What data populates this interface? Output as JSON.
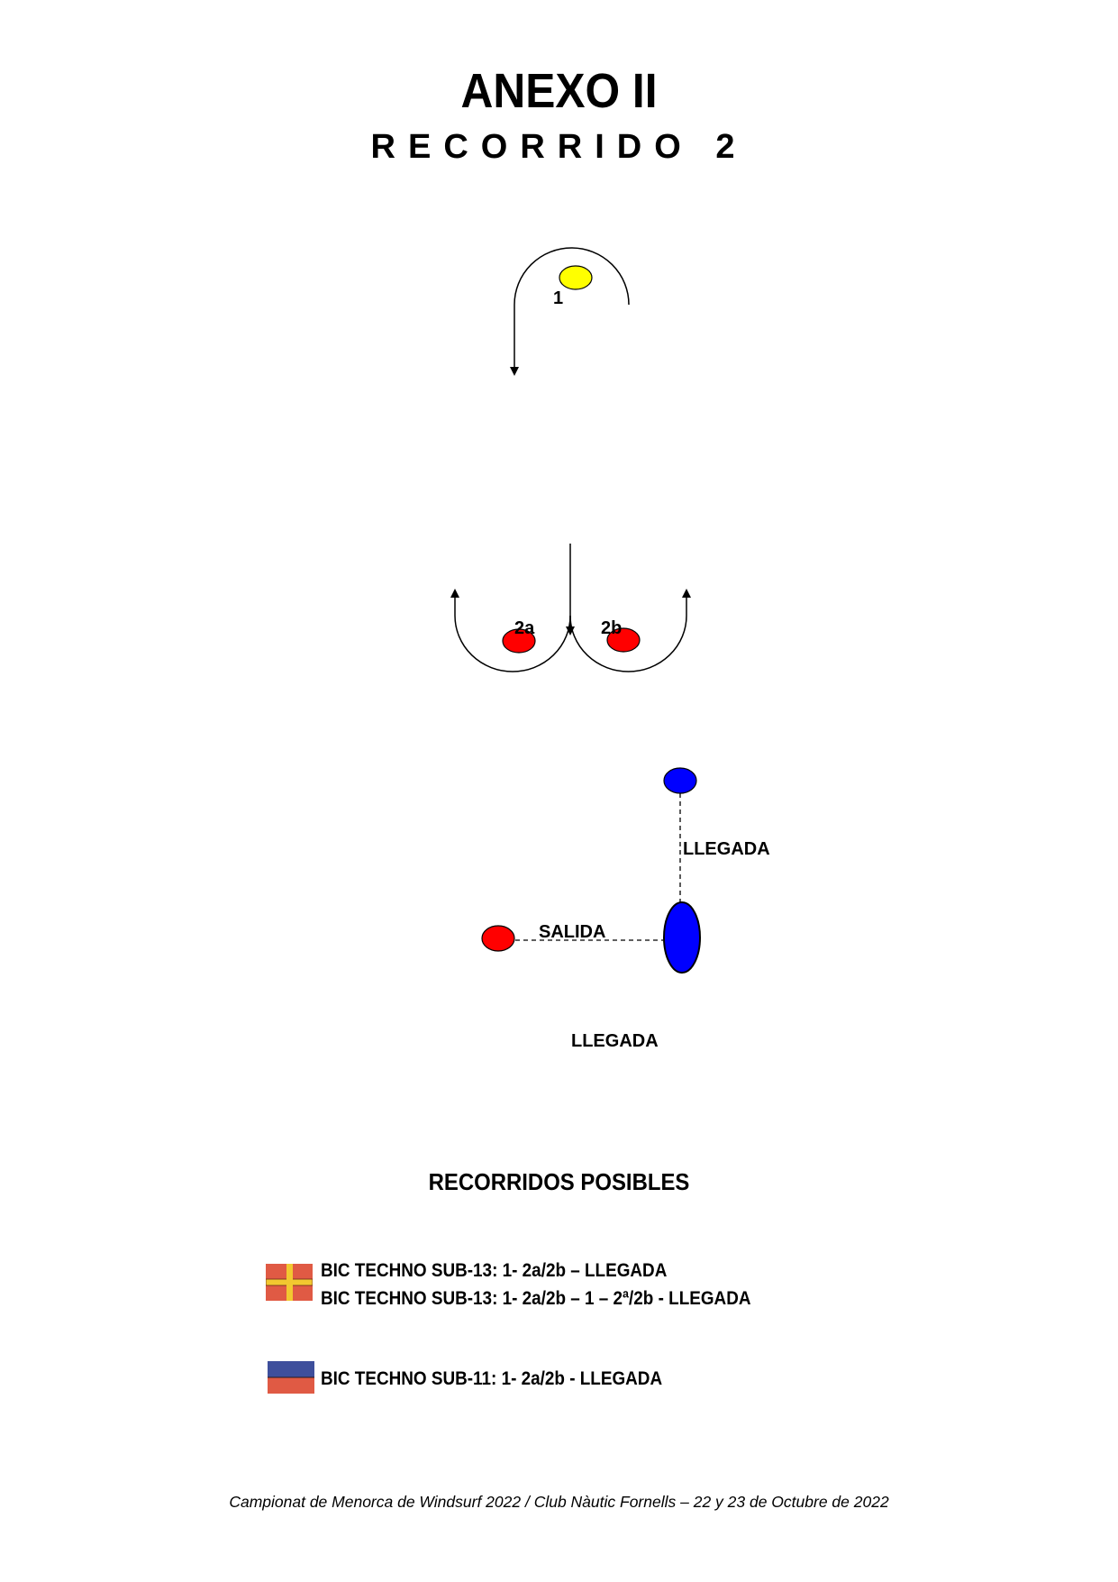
{
  "header": {
    "title": "ANEXO II",
    "subtitle": "RECORRIDO 2"
  },
  "diagram": {
    "mark_1_label": "1",
    "mark_2a_label": "2a",
    "mark_2b_label": "2b",
    "finish_label_upper": "LLEGADA",
    "start_label": "SALIDA",
    "finish_label_lower": "LLEGADA",
    "colors": {
      "yellow_mark": "#ffff00",
      "red_mark": "#ff0000",
      "blue_mark": "#0000ff"
    }
  },
  "legend": {
    "title": "RECORRIDOS POSIBLES",
    "items": [
      {
        "flag": "orange-yellow-cross-flag",
        "lines": [
          "BIC TECHNO SUB-13: 1- 2a/2b – LLEGADA",
          "BIC TECHNO SUB-13: 1- 2a/2b – 1 – 2ª/2b - LLEGADA"
        ]
      },
      {
        "flag": "blue-red-flag",
        "lines": [
          "BIC TECHNO SUB-11: 1- 2a/2b - LLEGADA"
        ]
      }
    ]
  },
  "footer": {
    "text": "Campionat de Menorca de Windsurf 2022 / Club Nàutic Fornells – 22 y 23 de Octubre de 2022"
  }
}
